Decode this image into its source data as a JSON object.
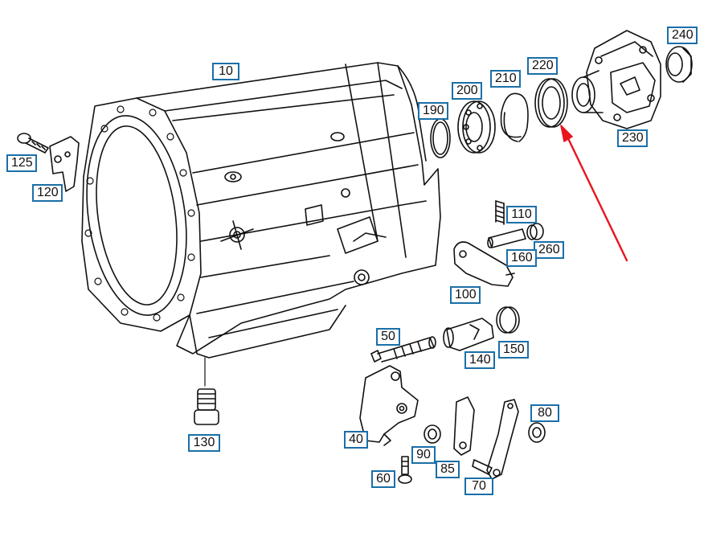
{
  "callouts": {
    "c10": "10",
    "c125": "125",
    "c120": "120",
    "c190": "190",
    "c200": "200",
    "c210": "210",
    "c220": "220",
    "c230": "230",
    "c240": "240",
    "c110": "110",
    "c260": "260",
    "c160": "160",
    "c100": "100",
    "c50": "50",
    "c140": "140",
    "c150": "150",
    "c130": "130",
    "c40": "40",
    "c90": "90",
    "c85": "85",
    "c80": "80",
    "c60": "60",
    "c70": "70"
  },
  "colors": {
    "callout_border": "#1a6fa8",
    "pointer_arrow": "#e8141e",
    "line_art": "#111111"
  }
}
